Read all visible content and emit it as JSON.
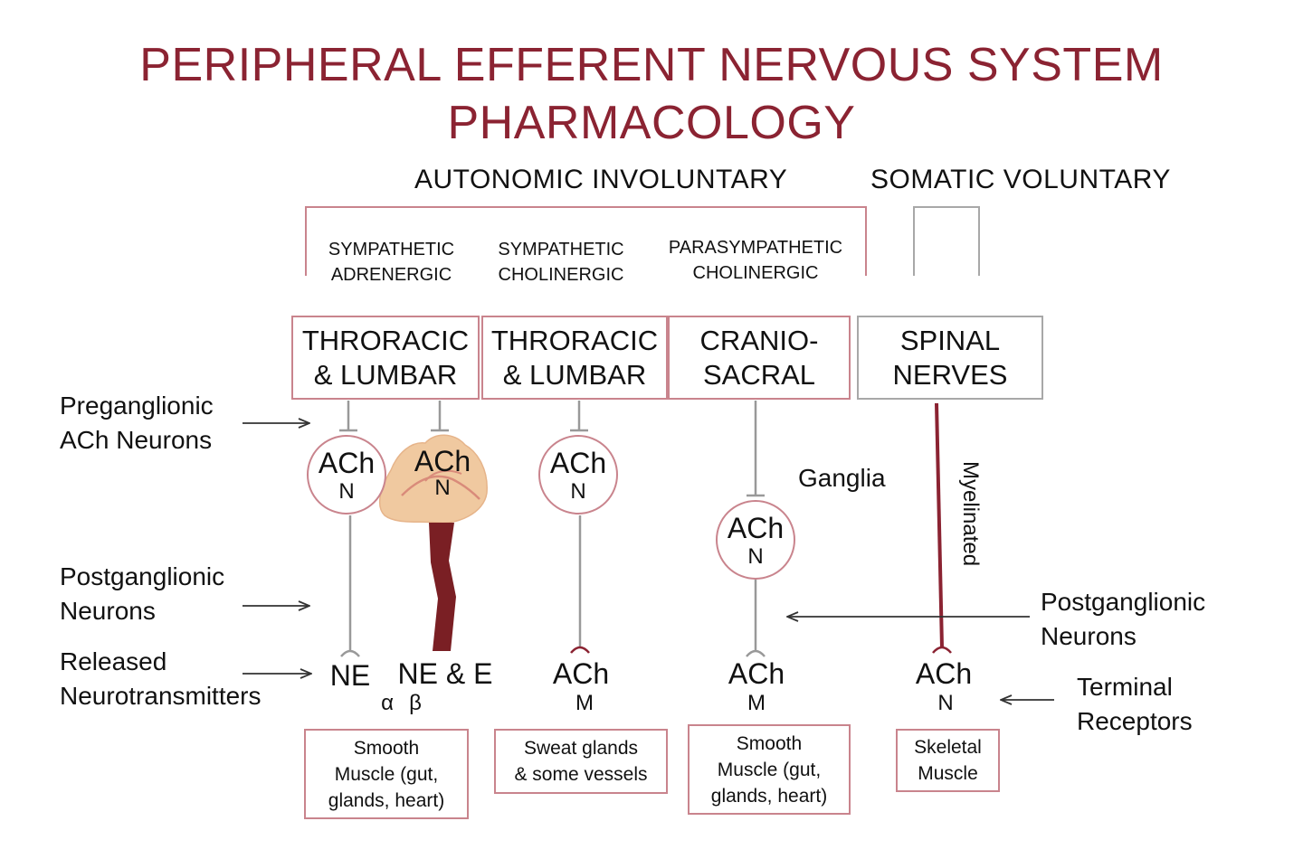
{
  "title": {
    "line1": "PERIPHERAL EFFERENT NERVOUS SYSTEM",
    "line2": "PHARMACOLOGY"
  },
  "categories": {
    "autonomic": "AUTONOMIC INVOLUNTARY",
    "somatic": "SOMATIC VOLUNTARY"
  },
  "divisions": [
    {
      "line1": "SYMPATHETIC",
      "line2": "ADRENERGIC"
    },
    {
      "line1": "SYMPATHETIC",
      "line2": "CHOLINERGIC"
    },
    {
      "line1": "PARASYMPATHETIC",
      "line2": "CHOLINERGIC"
    }
  ],
  "regions": [
    {
      "line1": "THRORACIC",
      "line2": "& LUMBAR"
    },
    {
      "line1": "THRORACIC",
      "line2": "& LUMBAR"
    },
    {
      "line1": "CRANIO-",
      "line2": "SACRAL"
    },
    {
      "line1": "SPINAL",
      "line2": "NERVES"
    }
  ],
  "side_labels": {
    "preganglionic": {
      "line1": "Preganglionic",
      "line2": "ACh Neurons"
    },
    "postganglionic_left": {
      "line1": "Postganglionic",
      "line2": "Neurons"
    },
    "released": {
      "line1": "Released",
      "line2": "Neurotransmitters"
    },
    "postganglionic_right": {
      "line1": "Postganglionic",
      "line2": "Neurons"
    },
    "terminal": {
      "line1": "Terminal",
      "line2": "Receptors"
    }
  },
  "ganglia": [
    {
      "nt": "ACh",
      "receptor": "N"
    },
    {
      "nt": "ACh",
      "receptor": "N"
    },
    {
      "nt": "ACh",
      "receptor": "N"
    },
    {
      "nt": "ACh",
      "receptor": "N"
    }
  ],
  "ganglia_label": "Ganglia",
  "myelinated_label": "Myelinated",
  "neurotransmitters": [
    {
      "nt": "NE",
      "receptor": "α"
    },
    {
      "nt": "NE & E",
      "receptor": "β"
    },
    {
      "nt": "ACh",
      "receptor": "M"
    },
    {
      "nt": "ACh",
      "receptor": "M"
    },
    {
      "nt": "ACh",
      "receptor": "N"
    }
  ],
  "targets": [
    {
      "line1": "Smooth",
      "line2": "Muscle (gut,",
      "line3": "glands, heart)"
    },
    {
      "line1": "Sweat glands",
      "line2": "& some vessels"
    },
    {
      "line1": "Smooth",
      "line2": "Muscle (gut,",
      "line3": "glands, heart)"
    },
    {
      "line1": "Skeletal",
      "line2": "Muscle"
    }
  ],
  "colors": {
    "title": "#8b2332",
    "border_pink": "#c9848d",
    "border_gray": "#a8a8a8",
    "somatic_axon": "#8b2332",
    "adrenal_tissue": "#f0c9a0",
    "adrenal_vein": "#7a1f24"
  }
}
